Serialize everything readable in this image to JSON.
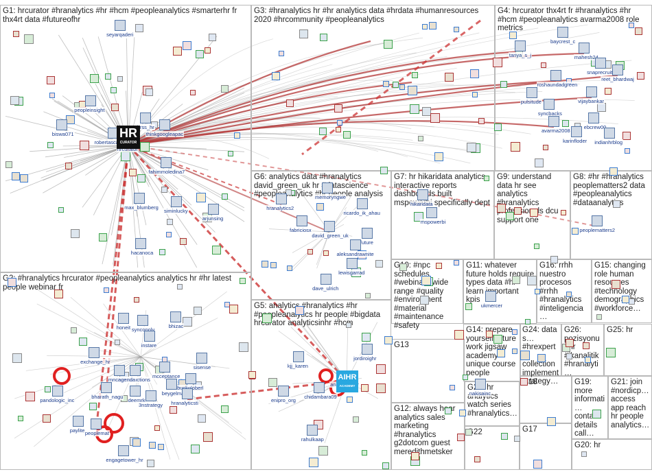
{
  "groups": [
    {
      "id": "G1",
      "title": "G1: hrcurator #hranalytics #hr #hcm #peopleanalytics #smarterhr fr thx4rt data #futureofhr"
    },
    {
      "id": "G2",
      "title": "G2: #hranalytics hrcurator #peopleanalytics analytics hr #hr latest people webinar fr"
    },
    {
      "id": "G3",
      "title": "G3: #hranalytics hr #hr analytics data #hrdata #humanresources 2020 #hrcommunity #peopleanalytics"
    },
    {
      "id": "G4",
      "title": "G4: hrcurator thx4rt fr #hranalytics #hr #hcm #peopleanalytics avarma2008 role metrics"
    },
    {
      "id": "G5",
      "title": "G5: analytics #hranalytics #hr #peopleanalytics hr people #bigdata hrcurator analyticsinhr #hcm"
    },
    {
      "id": "G6",
      "title": "G6: analytics data #hranalytics david_green_uk hr #datascience #peopleanalytics #hr people analysis"
    },
    {
      "id": "G7",
      "title": "G7: hr hikaridata analytics interactive reports dashboards built mspowerbi specifically dept"
    },
    {
      "id": "G8",
      "title": "G8: #hr #hranalytics peoplematters2 data #peopleanalytics #dataanalytics"
    },
    {
      "id": "G9",
      "title": "G9: understand data hr see analytics #hranalytics professionals dcu support one"
    },
    {
      "id": "G10",
      "title": "G10: #npc schedules #webinars wide range #quality #environment #material #maintenance #safety"
    },
    {
      "id": "G11",
      "title": "G11: whatever future holds require types data #hr learn important kpis"
    },
    {
      "id": "G12",
      "title": "G12: always hear analytics sales marketing #hranalytics g2dotcom guest meredithmetsker"
    },
    {
      "id": "G13",
      "title": "G13"
    },
    {
      "id": "G14",
      "title": "G14: prepare yourself future work jigsaw academy unique course people"
    },
    {
      "id": "G15",
      "title": "G15: changing role human resources #technology demographics #workforce…"
    },
    {
      "id": "G16",
      "title": "G16: rrhh nuestro procesos #rrhh #hranalytics #inteligencia…"
    },
    {
      "id": "G17",
      "title": "G17"
    },
    {
      "id": "G18",
      "title": "G18"
    },
    {
      "id": "G19",
      "title": "G19: more informati… contact details call…"
    },
    {
      "id": "G20",
      "title": "G20: hr"
    },
    {
      "id": "G21",
      "title": "G21: join #nordicp… access app reach hr people analytics…"
    },
    {
      "id": "G22",
      "title": "G22"
    },
    {
      "id": "G23",
      "title": "G23: hr analytics watch series #hranalytics…"
    },
    {
      "id": "G24",
      "title": "G24: data s… #hrexpert… collection implement strategy…"
    },
    {
      "id": "G25",
      "title": "G25: hr"
    },
    {
      "id": "G26",
      "title": "G26: pozisyonu #hr #ikanalitik #hranalyti…"
    }
  ],
  "nodes": [
    {
      "id": "seyarqaderi",
      "label": "seyarqaderi"
    },
    {
      "id": "peopleinsight",
      "label": "peopleinsight"
    },
    {
      "id": "biswa071",
      "label": "biswa071"
    },
    {
      "id": "robertascandro1",
      "label": "robertascandro1"
    },
    {
      "id": "hrcurator",
      "label": "hrcurator"
    },
    {
      "id": "hrss_hr",
      "label": "hrss_hr"
    },
    {
      "id": "thinkgoogleapac",
      "label": "thinkgoogleapac"
    },
    {
      "id": "fahimmoledina7",
      "label": "fahimmoledina7"
    },
    {
      "id": "max_blumberg",
      "label": "max_blumberg"
    },
    {
      "id": "siminlucky",
      "label": "siminlucky"
    },
    {
      "id": "arjunsing",
      "label": "arjunsing"
    },
    {
      "id": "hacanoca",
      "label": "hacanoca"
    },
    {
      "id": "honeit",
      "label": "honeit"
    },
    {
      "id": "syncopoly",
      "label": "syncopoly"
    },
    {
      "id": "instare",
      "label": "instare"
    },
    {
      "id": "bhizac",
      "label": "bhizac"
    },
    {
      "id": "exchange_hr",
      "label": "exchange_hr"
    },
    {
      "id": "syncstructions",
      "label": "syncstructions"
    },
    {
      "id": "mncagenda",
      "label": "mncagenda"
    },
    {
      "id": "mcceptance",
      "label": "mcceptance"
    },
    {
      "id": "sisense",
      "label": "sisense"
    },
    {
      "id": "buckgloberl",
      "label": "buckgloberl"
    },
    {
      "id": "beygelma",
      "label": "beygelma"
    },
    {
      "id": "pandologic_inc",
      "label": "pandologic_inc"
    },
    {
      "id": "bharath_nagu",
      "label": "bharath_nagu"
    },
    {
      "id": "deemrk",
      "label": "deemrk"
    },
    {
      "id": "3nstrategy",
      "label": "3nstrategy"
    },
    {
      "id": "hranalyticsti",
      "label": "hranalyticsti"
    },
    {
      "id": "paylite",
      "label": "paylite"
    },
    {
      "id": "peoplemat",
      "label": "peoplemat"
    },
    {
      "id": "engagetower_hr",
      "label": "engagetower_hr"
    },
    {
      "id": "tanya_s",
      "label": "tanya_s_j"
    },
    {
      "id": "baycrest_c",
      "label": "baycrest_c"
    },
    {
      "id": "mahesh24",
      "label": "mahesh24"
    },
    {
      "id": "snaprecruit",
      "label": "snaprecruit"
    },
    {
      "id": "reet_bhardwaj",
      "label": "reet_bhardwaj"
    },
    {
      "id": "roshaundadgreen",
      "label": "roshaundadgreen"
    },
    {
      "id": "pulsitude",
      "label": "pulsitude"
    },
    {
      "id": "syncbacks",
      "label": "syncbacks"
    },
    {
      "id": "vijaybankar",
      "label": "vijaybankar"
    },
    {
      "id": "avarma2008",
      "label": "avarma2008"
    },
    {
      "id": "ebcrew00",
      "label": "ebcrew00"
    },
    {
      "id": "karinfloder",
      "label": "karinfloder"
    },
    {
      "id": "indianhrblog",
      "label": "indianhrblog"
    },
    {
      "id": "hranalytics2",
      "label": "hranalytics2"
    },
    {
      "id": "memoryngwe",
      "label": "memoryngwe"
    },
    {
      "id": "ricardo_ik_ahau",
      "label": "ricardo_ik_ahau"
    },
    {
      "id": "fabriciosx",
      "label": "fabriciosx"
    },
    {
      "id": "david_green_uk",
      "label": "david_green_uk"
    },
    {
      "id": "tfuture",
      "label": "tfuture"
    },
    {
      "id": "aleksandrawnite",
      "label": "aleksandrawnite"
    },
    {
      "id": "lewisgarrad",
      "label": "lewisgarrad"
    },
    {
      "id": "dave_ulrich",
      "label": "dave_ulrich"
    },
    {
      "id": "hikaridata",
      "label": "hikaridata"
    },
    {
      "id": "mspowerbi",
      "label": "mspowerbi"
    },
    {
      "id": "peoplematters2",
      "label": "peoplematters2"
    },
    {
      "id": "ukmercer",
      "label": "ukmercer"
    },
    {
      "id": "kjj_karen",
      "label": "kjj_karen"
    },
    {
      "id": "jordiroighr",
      "label": "jordiroighr"
    },
    {
      "id": "enipro_org",
      "label": "enipro_org"
    },
    {
      "id": "chidambara09",
      "label": "chidambara09"
    },
    {
      "id": "analyticsinhr",
      "label": "analyticsinhr"
    },
    {
      "id": "rahulkaap",
      "label": "rahulkaap"
    },
    {
      "id": "nakisainc",
      "label": "nakisainc"
    }
  ],
  "logos": {
    "hrcurator_main": "HR",
    "hrcurator_sub": "CURATOR",
    "aihr_main": "AIHR",
    "aihr_sub": "ACADEMY"
  }
}
